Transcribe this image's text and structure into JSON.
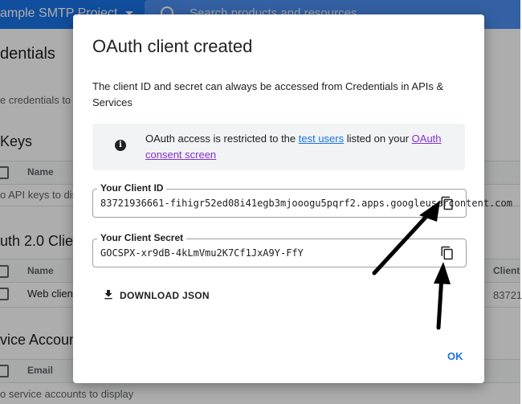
{
  "header": {
    "project_name": "ample SMTP Project",
    "search_placeholder": "Search products and resources"
  },
  "background": {
    "page_title": "dentials",
    "subtitle": "e credentials to",
    "api_keys": {
      "heading": "Keys",
      "column_name": "Name",
      "empty_text": "o API keys to disp"
    },
    "oauth_clients": {
      "heading": "uth 2.0 Clie",
      "column_name": "Name",
      "column_client": "Client",
      "row_name": "Web client",
      "row_client": "83721"
    },
    "service_accounts": {
      "heading": "vice Accoun",
      "column_email": "Email",
      "empty_text": "o service accounts to display"
    }
  },
  "dialog": {
    "title": "OAuth client created",
    "description": "The client ID and secret can always be accessed from Credentials in APIs & Services",
    "notice": {
      "prefix": "OAuth access is restricted to the ",
      "link1": "test users",
      "middle": " listed on your ",
      "link2": "OAuth consent screen"
    },
    "client_id": {
      "label": "Your Client ID",
      "value": "83721936661-fihigr52ed08i41egb3mjooogu5pqrf2.apps.googleusercontent.com"
    },
    "client_secret": {
      "label": "Your Client Secret",
      "value": "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"
    },
    "download_label": "DOWNLOAD JSON",
    "ok_label": "OK"
  },
  "colors": {
    "primary": "#1a73e8",
    "link_visited": "#8430ce",
    "notice_bg": "#f1f3f4",
    "annotation_arrow": "#000000"
  },
  "icons": {
    "info": "info-icon",
    "copy": "copy-icon",
    "download": "download-icon",
    "search": "search-icon",
    "dropdown": "chevron-down-icon"
  }
}
